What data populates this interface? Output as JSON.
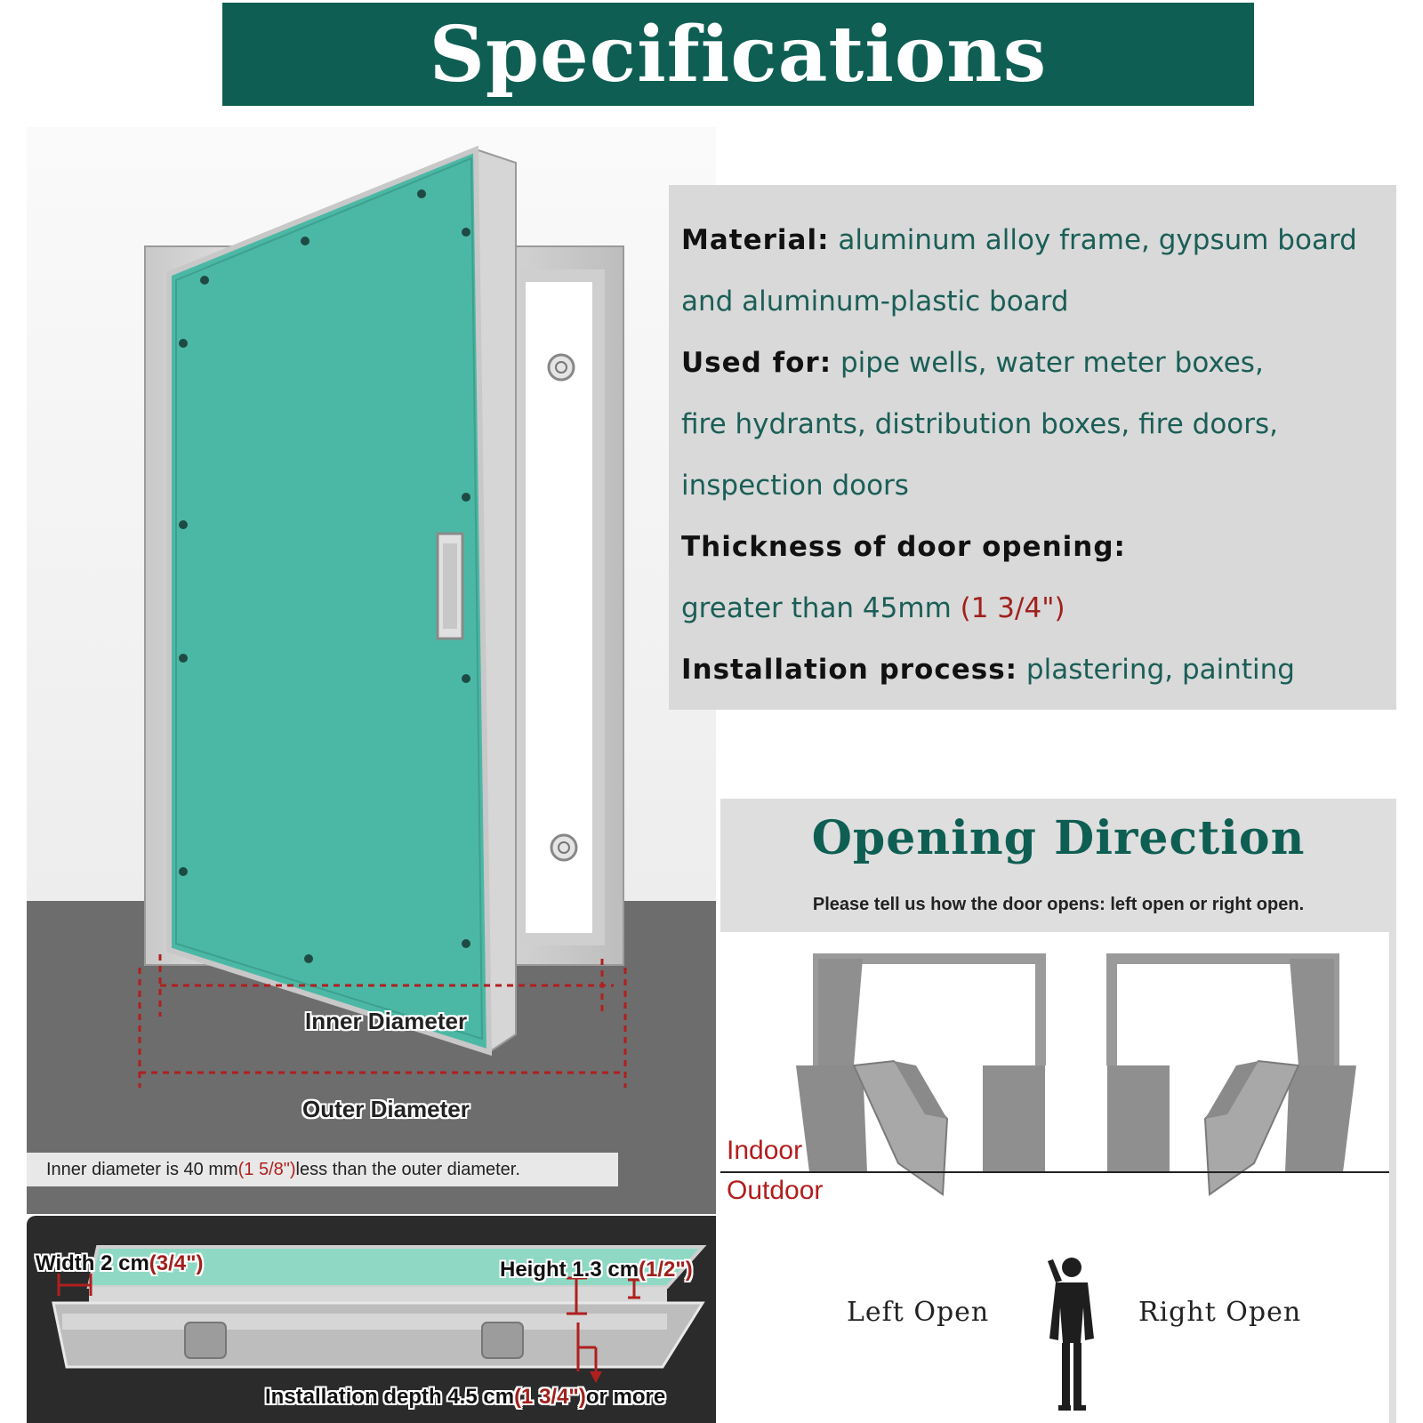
{
  "header": {
    "title": "Specifications"
  },
  "colors": {
    "brand_green": "#0e5e53",
    "accent_red": "#b01f1f",
    "door_teal": "#4bb8a5"
  },
  "diagram": {
    "inner_label": "Inner Diameter",
    "outer_label": "Outer Diameter",
    "note": {
      "prefix": "Inner diameter is 40 mm",
      "highlight": "(1 5/8\")",
      "suffix": " less than the outer diameter."
    }
  },
  "section": {
    "width": {
      "text": "Width 2 cm",
      "highlight": "(3/4\")"
    },
    "height": {
      "text": "Height 1.3 cm",
      "highlight": "(1/2\")"
    },
    "depth": {
      "text": "Installation depth 4.5 cm",
      "highlight": "(1 3/4\")",
      "suffix": "or more"
    }
  },
  "specs": {
    "material_key": "Material:",
    "material_val_1": " aluminum alloy frame, gypsum board",
    "material_val_2": "and aluminum-plastic board",
    "used_key": "Used for:",
    "used_val_1": " pipe wells, water meter boxes,",
    "used_val_2": "fire hydrants, distribution boxes, fire doors,",
    "used_val_3": "inspection doors",
    "thickness_key": "Thickness of door opening:",
    "thickness_val": "greater than 45mm ",
    "thickness_highlight": "(1 3/4\")",
    "install_key": "Installation process:",
    "install_val": " plastering, painting"
  },
  "direction": {
    "title": "Opening Direction",
    "subtitle": "Please tell us how the door opens: left open or right open.",
    "indoor": "Indoor",
    "outdoor": "Outdoor",
    "left_open": "Left Open",
    "right_open": "Right Open"
  }
}
